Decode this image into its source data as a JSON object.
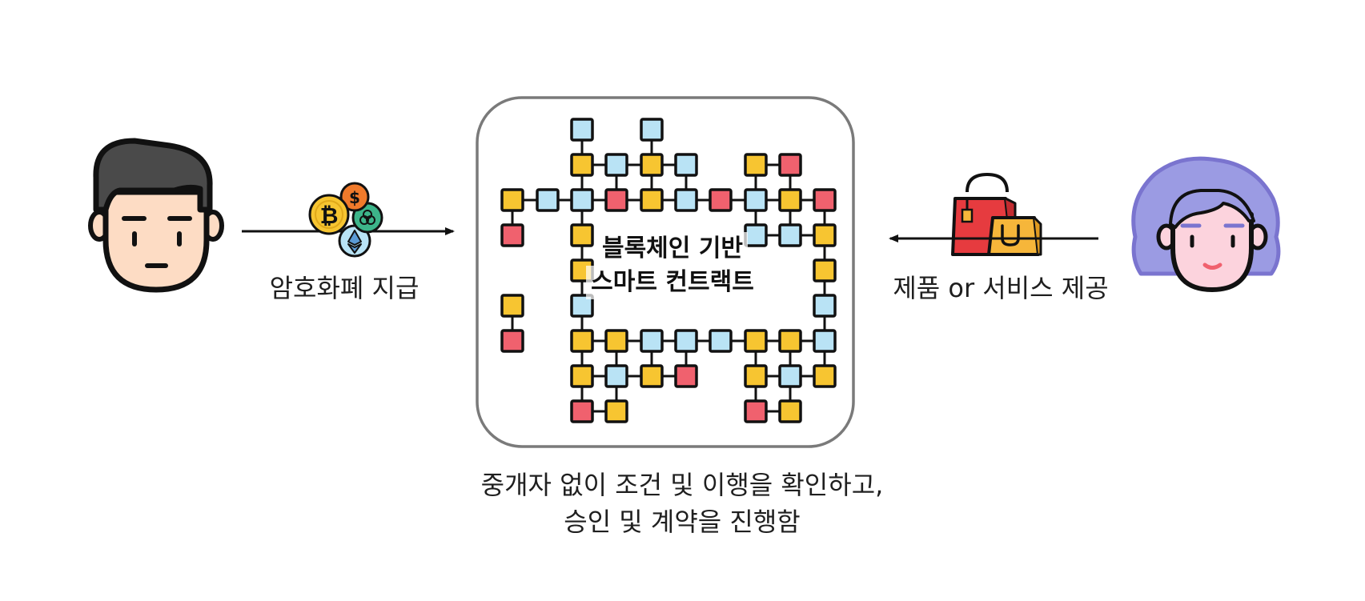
{
  "buyer": {
    "label": "암호화폐 지급",
    "icon": "person-male-icon"
  },
  "payment": {
    "icon": "cryptocurrency-coins-icon",
    "coins": [
      "₿",
      "$"
    ]
  },
  "contract": {
    "title_line1": "블록체인 기반",
    "title_line2": "스마트 컨트랙트",
    "icon": "blockchain-network-icon"
  },
  "product": {
    "icon": "shopping-bags-icon",
    "bag_letter": "U"
  },
  "seller": {
    "label": "제품 or 서비스 제공",
    "icon": "person-female-icon"
  },
  "caption": {
    "line1": "중개자 없이 조건 및 이행을 확인하고,",
    "line2": "승인 및 계약을 진행함"
  },
  "colors": {
    "yellow": "#F7C531",
    "blue": "#B9E3F5",
    "red": "#F0616E",
    "outline": "#111111",
    "hair_male": "#4A4A4A",
    "skin": "#FDDCC4",
    "hair_female": "#9B9BE3",
    "skin_female": "#FCD3DD",
    "bag_red": "#E63B3F",
    "bag_yellow": "#F6B63A"
  }
}
